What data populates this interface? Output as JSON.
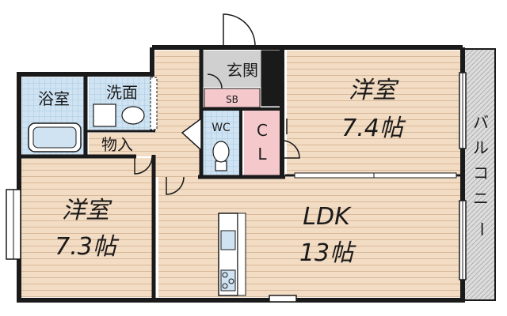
{
  "rooms": {
    "western_room_1": {
      "name": "洋室",
      "size": "7.4帖"
    },
    "western_room_2": {
      "name": "洋室",
      "size": "7.3帖"
    },
    "ldk": {
      "name": "LDK",
      "size": "13帖"
    },
    "bath": "浴室",
    "washroom": "洗面",
    "entrance": "玄関",
    "shoe_box": "SB",
    "toilet": "WC",
    "closet": [
      "C",
      "L"
    ],
    "storage": "物入",
    "balcony": [
      "バ",
      "ル",
      "コ",
      "ニ",
      "ー"
    ]
  },
  "colors": {
    "floor": "#f3dcc4",
    "floor_line": "#d8b999",
    "wet_area": "#cfe3f2",
    "entrance": "#d0d0d0",
    "shoe_box": "#f5c9cc",
    "balcony": "#dcdcdc",
    "wall": "#1a1a1a"
  }
}
